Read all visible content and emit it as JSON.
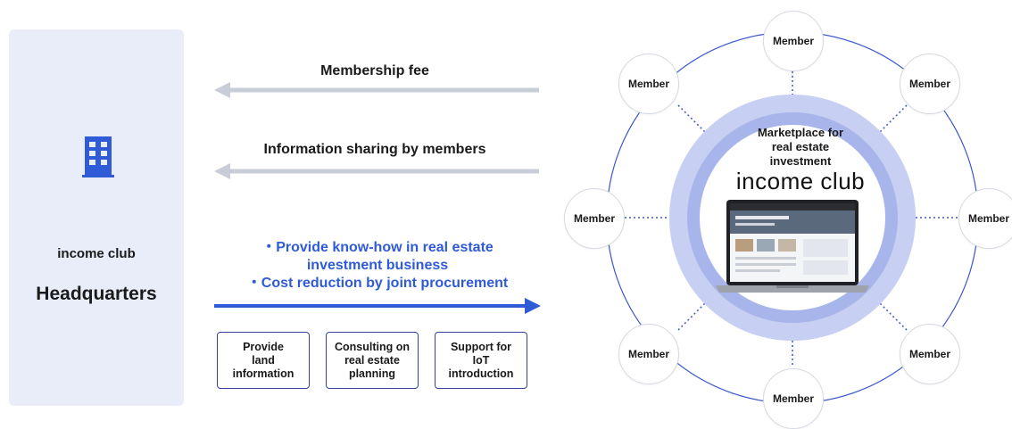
{
  "headquarters": {
    "icon": "building-icon",
    "name": "income club",
    "title": "Headquarters"
  },
  "flows": {
    "membership_fee": "Membership fee",
    "information_sharing": "Information sharing by members",
    "provide_lines": [
      "・Provide know-how in real estate",
      "investment business",
      "・Cost reduction by joint procurement"
    ]
  },
  "services": [
    [
      "Provide",
      "land",
      "information"
    ],
    [
      "Consulting on",
      "real estate",
      "planning"
    ],
    [
      "Support for",
      "IoT",
      "introduction"
    ]
  ],
  "marketplace": {
    "lines": [
      "Marketplace for",
      "real estate",
      "investment"
    ],
    "brand": "income club",
    "image": "website-on-laptop"
  },
  "members": [
    "Member",
    "Member",
    "Member",
    "Member",
    "Member",
    "Member",
    "Member",
    "Member"
  ],
  "colors": {
    "accent_blue": "#2f5bd6",
    "arrow_gray": "#c9cdd8",
    "panel_bg": "#e9edf9",
    "ring_outer": "#c7d0f2",
    "ring_inner": "#a8b5ea"
  }
}
